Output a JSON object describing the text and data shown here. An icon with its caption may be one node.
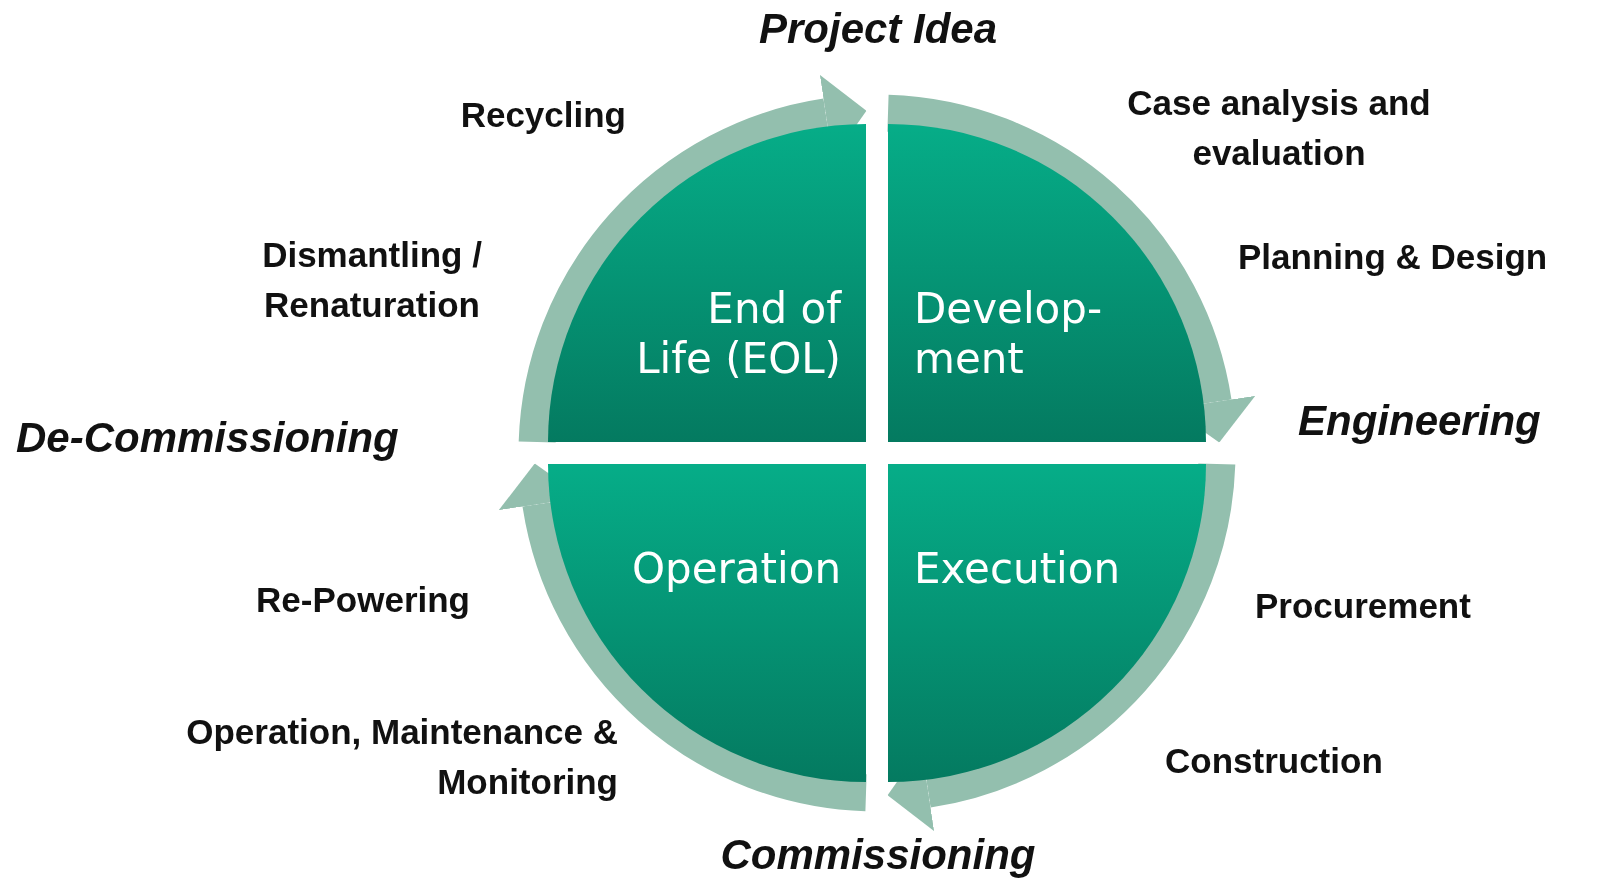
{
  "diagram": {
    "nodes": [
      {
        "text": [
          "End of Life (EOL)"
        ]
      },
      {
        "text": [
          "Develop- ment"
        ]
      },
      {
        "text": [
          "Operation"
        ]
      },
      {
        "text": [
          "Execution"
        ]
      }
    ],
    "edges": [
      {
        "from": 0,
        "to": 1,
        "arrow": "to"
      },
      {
        "from": 1,
        "to": 3,
        "arrow": "to"
      },
      {
        "from": 3,
        "to": 2,
        "arrow": "to"
      },
      {
        "from": 2,
        "to": 0,
        "arrow": "to"
      }
    ],
    "labels": [
      "Project Idea",
      "Recycling",
      "Case analysis and evaluation",
      "Dismantling / Renaturation",
      "Planning & Design",
      "De-Commissioning",
      "Engineering",
      "Re-Powering",
      "Procurement",
      "Operation, Maintenance & Monitoring",
      "Construction",
      "Commissioning"
    ]
  }
}
